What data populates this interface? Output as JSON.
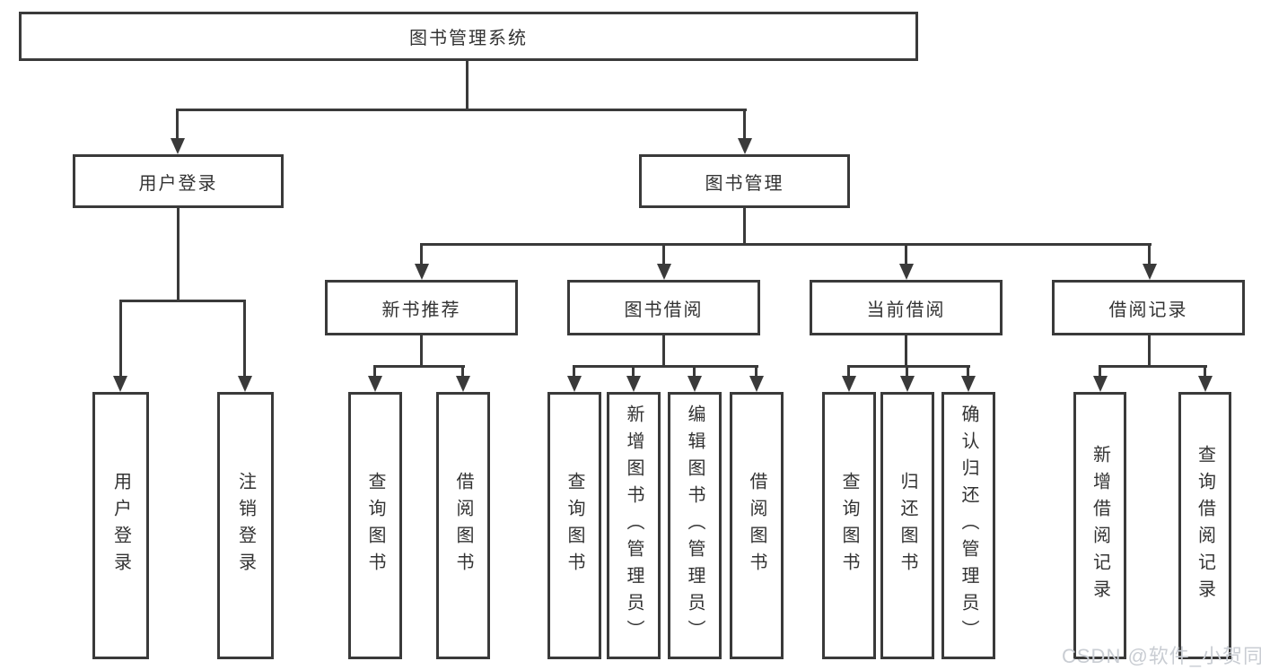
{
  "colors": {
    "line": "#3a3a3a",
    "text": "#333333",
    "watermark": "#c9cdd3",
    "background": "#ffffff"
  },
  "root": {
    "label": "图书管理系统"
  },
  "branches": [
    {
      "label": "用户登录"
    },
    {
      "label": "图书管理"
    }
  ],
  "sections": [
    {
      "label": "新书推荐",
      "parent": "图书管理"
    },
    {
      "label": "图书借阅",
      "parent": "图书管理"
    },
    {
      "label": "当前借阅",
      "parent": "图书管理"
    },
    {
      "label": "借阅记录",
      "parent": "图书管理"
    }
  ],
  "leaves": [
    {
      "label": "用户登录",
      "parent": "用户登录"
    },
    {
      "label": "注销登录",
      "parent": "用户登录"
    },
    {
      "label": "查询图书",
      "parent": "新书推荐"
    },
    {
      "label": "借阅图书",
      "parent": "新书推荐"
    },
    {
      "label": "查询图书",
      "parent": "图书借阅"
    },
    {
      "label": "新增图书（管理员）",
      "parent": "图书借阅"
    },
    {
      "label": "编辑图书（管理员）",
      "parent": "图书借阅"
    },
    {
      "label": "借阅图书",
      "parent": "图书借阅"
    },
    {
      "label": "查询图书",
      "parent": "当前借阅"
    },
    {
      "label": "归还图书",
      "parent": "当前借阅"
    },
    {
      "label": "确认归还（管理员）",
      "parent": "当前借阅"
    },
    {
      "label": "新增借阅记录",
      "parent": "借阅记录"
    },
    {
      "label": "查询借阅记录",
      "parent": "借阅记录"
    }
  ],
  "watermark": {
    "text": "CSDN @软件_小贺同学"
  }
}
